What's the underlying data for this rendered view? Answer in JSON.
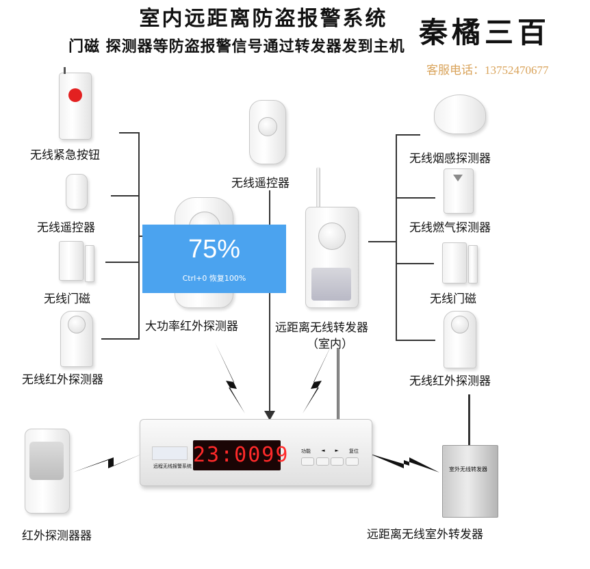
{
  "header": {
    "title": "室内远距离防盗报警系统",
    "subtitle": "门磁 探测器等防盗报警信号通过转发器发到主机",
    "brand": "秦橘三百",
    "phone": "客服电话：13752470677"
  },
  "left_devices": [
    "无线紧急按钮",
    "无线遥控器",
    "无线门磁",
    "无线红外探测器"
  ],
  "right_devices": [
    "无线烟感探测器",
    "无线燃气探测器",
    "无线门磁",
    "无线红外探测器"
  ],
  "center": {
    "remote": "无线遥控器",
    "high_power_pir": "大功率红外探测器",
    "repeater_line1": "远距离无线转发器",
    "repeater_line2": "（室内）"
  },
  "bottom": {
    "pir": "红外探测器器",
    "outdoor_repeater": "远距离无线室外转发器",
    "outdoor_box_label": "室外无线转发器"
  },
  "host": {
    "display": "23:0099",
    "panel_label": "远程无线报警系统",
    "buttons": [
      "功能",
      "◄",
      "►",
      "复位"
    ]
  },
  "zoom": {
    "level": "75%",
    "hint": "Ctrl+0 恢复100%"
  }
}
